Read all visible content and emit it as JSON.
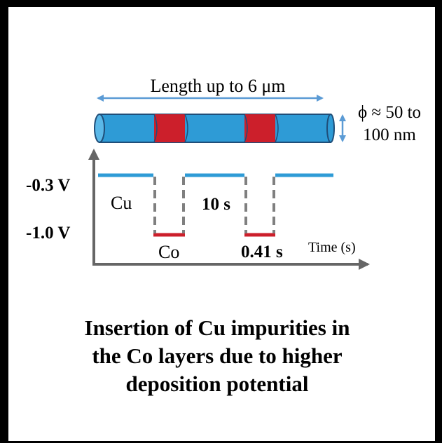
{
  "length_label": "Length up to 6 μm",
  "diameter": {
    "line1": "ϕ ≈ 50 to",
    "line2": "100 nm"
  },
  "voltages": {
    "high": "-0.3 V",
    "low": "-1.0 V"
  },
  "layer_labels": {
    "cu": "Cu",
    "co": "Co"
  },
  "durations": {
    "cu": "10 s",
    "co": "0.41 s"
  },
  "x_axis_label": "Time (s)",
  "caption": [
    "Insertion of Cu impurities in",
    "the Co layers due to higher",
    "deposition potential"
  ],
  "colors": {
    "cu": "#2e9bd6",
    "co": "#cc1f2b",
    "axis": "#666666",
    "arrow": "#5b9bd5",
    "dash": "#7f7f7f"
  }
}
